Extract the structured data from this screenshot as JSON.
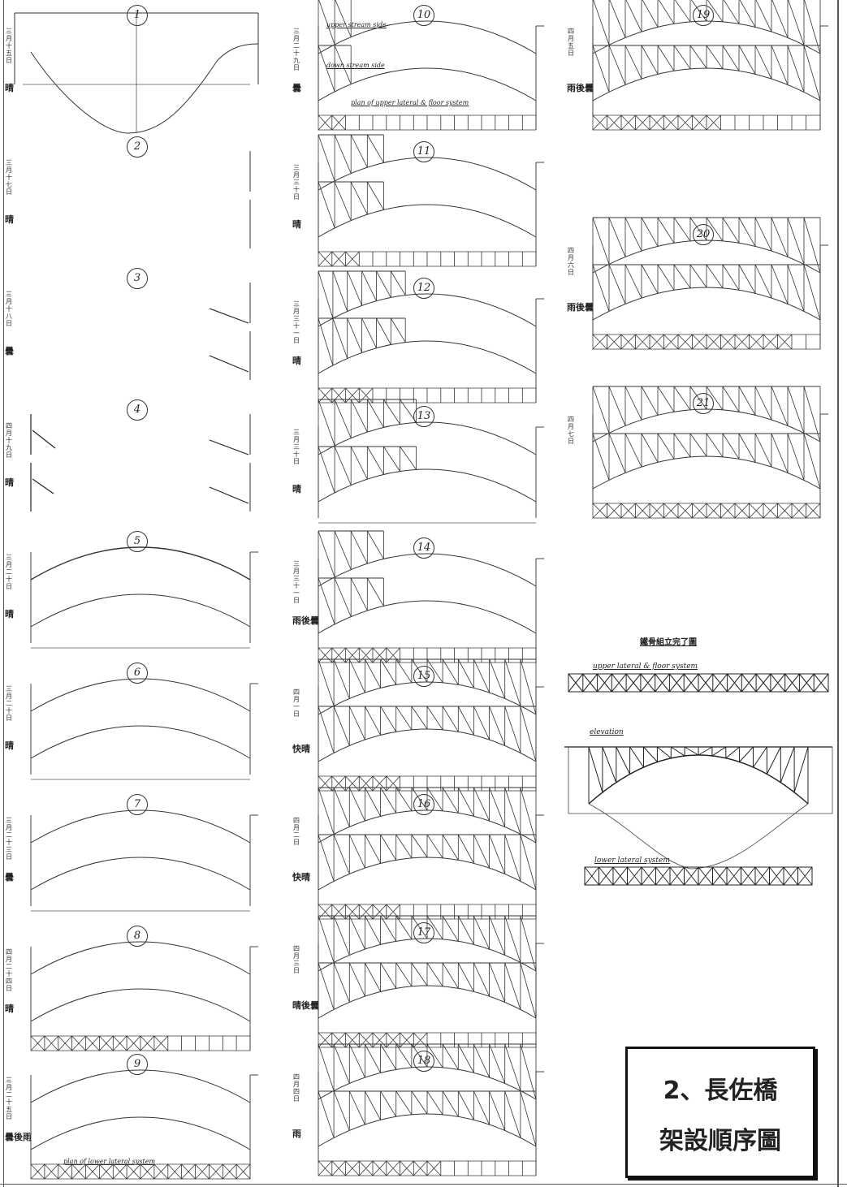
{
  "sheet": {
    "title_number": "2、長佐橋",
    "title_text": "架設順序圖"
  },
  "completed_drawing": {
    "title": "鐵骨組立完了圖",
    "upper_label": "upper lateral & floor system",
    "elevation_label": "elevation",
    "lower_label": "lower lateral system"
  },
  "steps": [
    {
      "number": "1",
      "date": "三月十五日",
      "weather": "晴"
    },
    {
      "number": "2",
      "date": "三月十七日",
      "weather": "晴"
    },
    {
      "number": "3",
      "date": "三月十八日",
      "weather": "曇"
    },
    {
      "number": "4",
      "date": "四月十九日",
      "weather": "晴"
    },
    {
      "number": "5",
      "date": "三月二十日",
      "weather": "晴"
    },
    {
      "number": "6",
      "date": "三月二十日",
      "weather": "晴"
    },
    {
      "number": "7",
      "date": "三月二十三日",
      "weather": "曇"
    },
    {
      "number": "8",
      "date": "四月二十四日",
      "weather": "晴"
    },
    {
      "number": "9",
      "date": "三月二十五日",
      "weather": "曇後雨",
      "note": "plan of lower lateral system"
    },
    {
      "number": "10",
      "date": "三月二十九日",
      "weather": "曇",
      "note_top": "upper stream side",
      "note_mid": "down stream side",
      "note": "plan of upper lateral & floor system"
    },
    {
      "number": "11",
      "date": "三月三十日",
      "weather": "晴"
    },
    {
      "number": "12",
      "date": "三月三十一日",
      "weather": "晴"
    },
    {
      "number": "13",
      "date": "三月三十日",
      "weather": "晴"
    },
    {
      "number": "14",
      "date": "三月三十一日",
      "weather": "雨後曇"
    },
    {
      "number": "15",
      "date": "四月一日",
      "weather": "快晴"
    },
    {
      "number": "16",
      "date": "四月二日",
      "weather": "快晴"
    },
    {
      "number": "17",
      "date": "四月三日",
      "weather": "晴後曇"
    },
    {
      "number": "18",
      "date": "四月四日",
      "weather": "雨"
    },
    {
      "number": "19",
      "date": "四月五日",
      "weather": "雨後曇"
    },
    {
      "number": "20",
      "date": "四月六日",
      "weather": "雨後曇"
    },
    {
      "number": "21",
      "date": "四月七日",
      "weather": ""
    }
  ]
}
